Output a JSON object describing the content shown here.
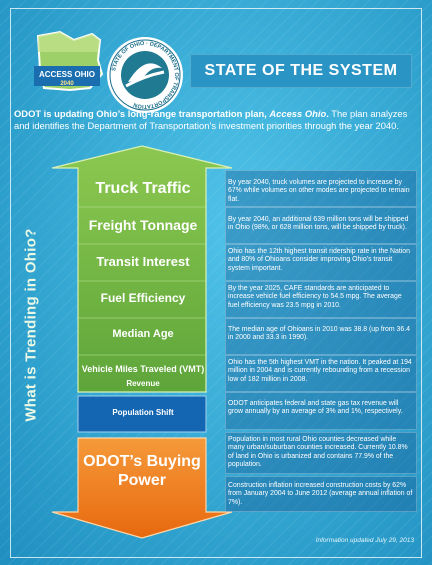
{
  "header": {
    "logo_line1": "ACCESS OHIO",
    "logo_line2": "2040",
    "seal_text": "STATE OF OHIO · DEPARTMENT OF TRANSPORTATION",
    "title": "STATE OF THE SYSTEM"
  },
  "intro": {
    "lead_bold_1": "ODOT is updating Ohio’s long-range transportation plan, ",
    "lead_bold_italic": "Access Ohio",
    "lead_bold_2": ".",
    "rest": " The plan analyzes and identifies the Department of Transportation’s investment priorities through the year 2040."
  },
  "side_label": "What is Trending in Ohio?",
  "items": [
    {
      "label": "Truck Traffic",
      "desc": "By year 2040, truck volumes are projected to increase by 67% while volumes on other modes are projected to remain flat."
    },
    {
      "label": "Freight Tonnage",
      "desc": "By year 2040, an additional 639 million tons will be shipped in Ohio (98%, or 628 million tons, will be shipped by truck)."
    },
    {
      "label": "Transit Interest",
      "desc": "Ohio has the 12th highest transit ridership rate in the Nation and 80% of Ohioans consider improving Ohio’s transit system important."
    },
    {
      "label": "Fuel Efficiency",
      "desc": "By the year 2025, CAFE standards are anticipated to increase vehicle fuel efficiency to 54.5 mpg.  The average fuel efficiency was 23.5 mpg in 2010."
    },
    {
      "label": "Median Age",
      "desc": "The median age of Ohioans in 2010 was 38.8 (up from 36.4 in 2000 and 33.3 in 1990)."
    },
    {
      "label": "Vehicle Miles Traveled (VMT)",
      "desc": "Ohio has the 5th highest VMT in the nation.  It peaked at 194 million in 2004 and is currently rebounding from a recession low of 182 million in 2008."
    },
    {
      "label": "Revenue",
      "desc": "ODOT anticipates federal and state gas tax revenue will grow annually by an average of 3% and 1%, respectively."
    },
    {
      "label": "Population Shift",
      "desc": "Population in most rural Ohio counties decreased while many urban/suburban counties increased.  Currently 10.8% of land in Ohio is urbanized and contains 77.9% of the population."
    },
    {
      "label": "ODOT’s Buying Power",
      "desc": "Construction inflation increased construction costs by 62% from January 2004 to June 2012 (average annual inflation of 7%)."
    }
  ],
  "footnote": "Information updated July 29, 2013",
  "colors": {
    "background": "#3bb0d6",
    "green_arrow": "#6fb542",
    "blue_box": "#1565b0",
    "orange_arrow": "#f07b1c"
  }
}
